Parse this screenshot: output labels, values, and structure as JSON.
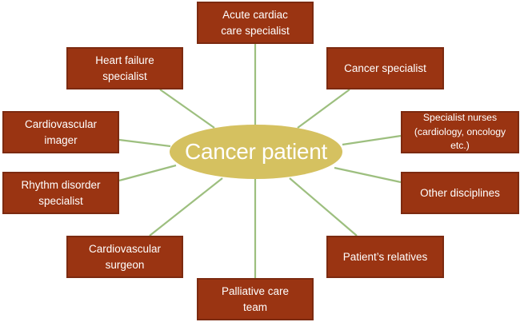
{
  "diagram": {
    "center_label": "Cancer patient",
    "nodes": {
      "acute": "Acute cardiac\ncare specialist",
      "heart": "Heart failure\nspecialist",
      "cancer": "Cancer specialist",
      "cvimager": "Cardiovascular\nimager",
      "nurses": "Specialist nurses\n(cardiology, oncology etc.)",
      "rhythm": "Rhythm disorder\nspecialist",
      "other": "Other disciplines",
      "surgeon": "Cardiovascular\nsurgeon",
      "relatives": "Patient’s relatives",
      "palliative": "Palliative care\nteam"
    },
    "colors": {
      "box_fill": "#9a3412",
      "box_border": "#7c2a10",
      "center_fill": "#d5c160",
      "connector": "#9dbf7f",
      "text": "#ffffff"
    }
  }
}
